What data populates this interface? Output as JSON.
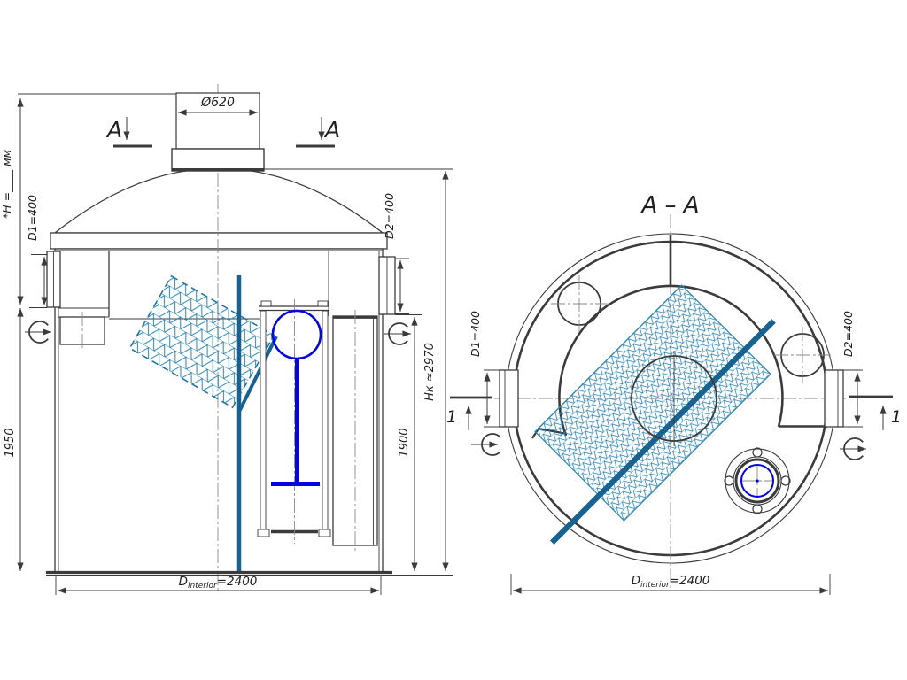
{
  "drawing": {
    "colors": {
      "line": "#3b3b3b",
      "teal": "#1e74a6",
      "blue": "#0404e0"
    },
    "front_view": {
      "top_nozzle_dia": "Ø620",
      "section_letter": "A",
      "height_note": "*H =____ мм",
      "d1_label": "D1=400",
      "d2_label": "D2=400",
      "dim_left": "1950",
      "dim_right": "1900",
      "total_height": "Нк ≈2970",
      "d_interior": {
        "prefix": "D",
        "sub": "interior",
        "value": "=2400"
      }
    },
    "section_view": {
      "title": "A – A",
      "d1_label": "D1=400",
      "d2_label": "D2=400",
      "cut_mark": "1",
      "d_interior": {
        "prefix": "D",
        "sub": "interior",
        "value": "=2400"
      }
    }
  }
}
